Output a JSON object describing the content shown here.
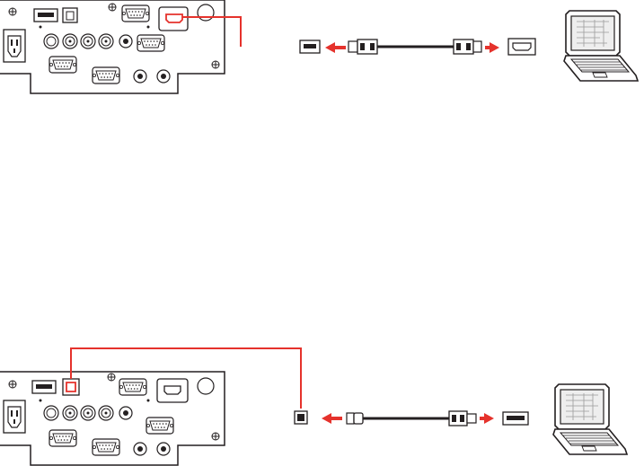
{
  "diagrams": [
    {
      "id": "hdmi-connection",
      "highlight_port": "hdmi",
      "cable": "hdmi-cable",
      "computer_port": "hdmi"
    },
    {
      "id": "usb-display-connection",
      "highlight_port": "usb-b",
      "cable": "usb-cable",
      "computer_port": "usb-a"
    }
  ],
  "colors": {
    "highlight": "#e5322c",
    "line": "#231f20",
    "panel_fill": "#ffffff",
    "screen_fill": "#eeeeee"
  },
  "icons": [
    "projector-rear-panel",
    "power-inlet-icon",
    "usb-a-port-icon",
    "usb-b-port-icon",
    "hdmi-port-icon",
    "vga-port-icon",
    "rca-jack-icon",
    "audio-jack-icon",
    "screw-icon",
    "arrow-left-icon",
    "arrow-right-icon",
    "laptop-icon"
  ]
}
